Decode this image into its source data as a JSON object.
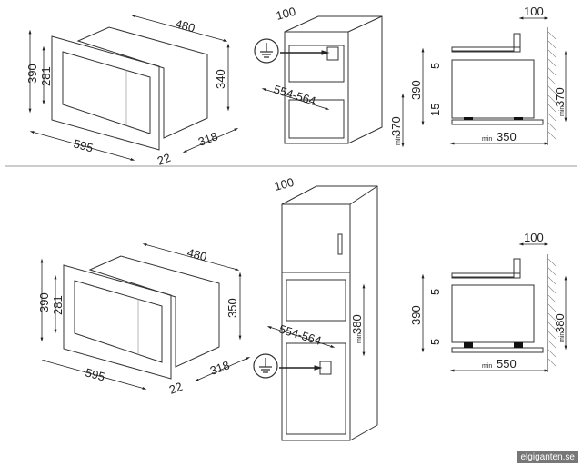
{
  "top": {
    "appliance": {
      "depth": "480",
      "height_outer": "390",
      "height_inner": "281",
      "height_body": "340",
      "width": "595",
      "frame": "22",
      "body_depth": "318"
    },
    "cabinet": {
      "top_gap": "100",
      "width": "554-564",
      "height": "370",
      "height_prefix": "min"
    },
    "side": {
      "top_gap": "100",
      "gap_top": "5",
      "height": "390",
      "gap_bottom": "15",
      "niche": "370",
      "niche_prefix": "min",
      "depth": "350",
      "depth_prefix": "min"
    }
  },
  "bottom": {
    "appliance": {
      "depth": "480",
      "height_outer": "390",
      "height_inner": "281",
      "height_body": "350",
      "width": "595",
      "frame": "22",
      "body_depth": "318"
    },
    "cabinet": {
      "top_gap": "100",
      "width": "554-564",
      "height": "380",
      "height_prefix": "min"
    },
    "side": {
      "top_gap": "100",
      "gap_top": "5",
      "height": "390",
      "gap_bottom": "5",
      "niche": "380",
      "niche_prefix": "min",
      "depth": "550",
      "depth_prefix": "min"
    }
  },
  "icons": {
    "ground": "ground-symbol-icon"
  },
  "watermark": "elgiganten.se"
}
